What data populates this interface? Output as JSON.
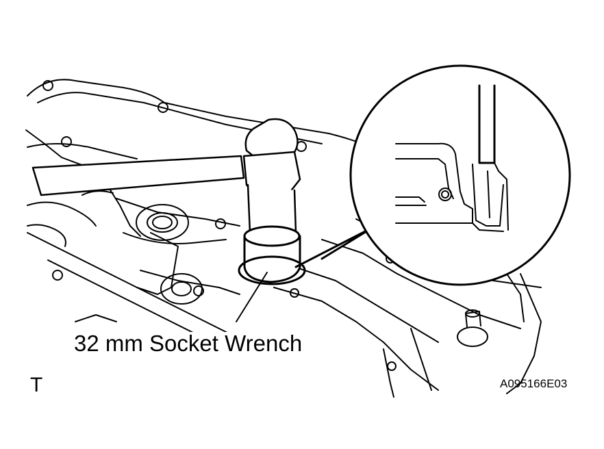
{
  "figure": {
    "callout_label": "32 mm Socket Wrench",
    "corner_letter": "T",
    "figure_id": "A095166E03"
  },
  "drawing": {
    "subject": "hammer driving socket wrench onto seal in engine cover",
    "detail_inset": "magnified seal installation cross-section",
    "stroke_color": "#000000",
    "background_color": "#ffffff"
  }
}
